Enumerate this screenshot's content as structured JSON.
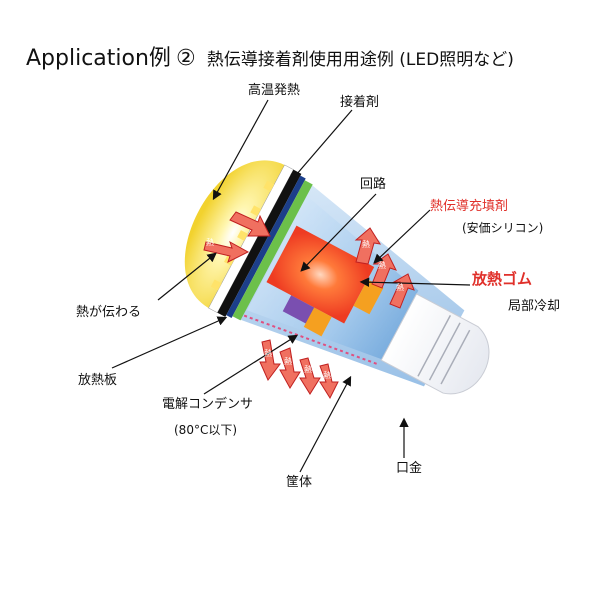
{
  "title": {
    "main": "Application例",
    "circled_number": "②",
    "subtitle": "熱伝導接着剤使用用途例 (LED照明など)"
  },
  "labels": {
    "heat_generation": "高温発熱",
    "adhesive": "接着剤",
    "circuit": "回路",
    "thermal_filler": "熱伝導充填剤",
    "thermal_filler_note": "(安価シリコン)",
    "heat_rubber": "放熱ゴム",
    "local_cooling": "局部冷却",
    "heat_transfer": "熱が伝わる",
    "heat_sink_plate": "放熱板",
    "capacitor": "電解コンデンサ",
    "capacitor_note": "(80°C以下)",
    "housing": "筐体",
    "base": "口金"
  },
  "arrow_text": "熱",
  "colors": {
    "bulb_yellow": "#f5dc3c",
    "board_green": "#6cc04a",
    "circuit_red": "#f0502a",
    "rubber_orange": "#f5a020",
    "heat_arrow_red": "#e0302a",
    "housing_blue": "#a9cdee",
    "label_red": "#e0302a"
  }
}
